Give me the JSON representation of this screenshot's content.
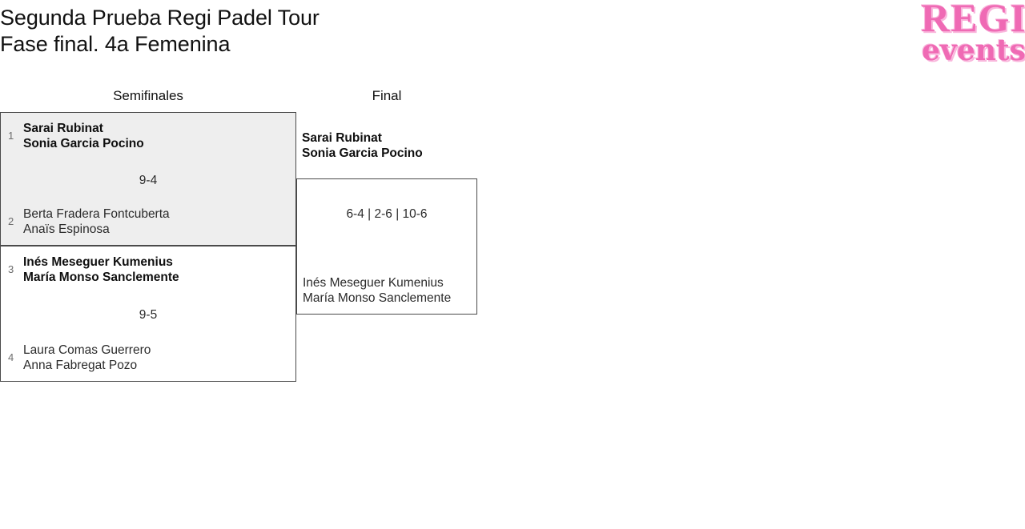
{
  "header": {
    "title_line1": "Segunda Prueba Regi Padel Tour",
    "title_line2": "Fase final. 4a Femenina"
  },
  "logo": {
    "line1": "REGI",
    "line2": "events",
    "color": "#ef6ab4",
    "shadow_color": "#f9b6dc"
  },
  "bracket": {
    "rounds": [
      {
        "name": "semifinals",
        "label": "Semifinales"
      },
      {
        "name": "final",
        "label": "Final"
      }
    ],
    "semifinals": [
      {
        "score": "9-4",
        "top": {
          "seed": "1",
          "players": [
            "Sarai Rubinat",
            "Sonia Garcia Pocino"
          ],
          "winner": true
        },
        "bottom": {
          "seed": "2",
          "players": [
            "Berta Fradera Fontcuberta",
            "Anaïs Espinosa"
          ],
          "winner": false
        }
      },
      {
        "score": "9-5",
        "top": {
          "seed": "3",
          "players": [
            "Inés Meseguer Kumenius",
            "María Monso Sanclemente"
          ],
          "winner": true
        },
        "bottom": {
          "seed": "4",
          "players": [
            "Laura Comas Guerrero",
            "Anna Fabregat Pozo"
          ],
          "winner": false
        }
      }
    ],
    "final": {
      "score": "6-4 | 2-6 | 10-6",
      "top": {
        "players": [
          "Sarai Rubinat",
          "Sonia Garcia Pocino"
        ],
        "winner": true
      },
      "bottom": {
        "players": [
          "Inés Meseguer Kumenius",
          "María Monso Sanclemente"
        ],
        "winner": false
      }
    }
  }
}
